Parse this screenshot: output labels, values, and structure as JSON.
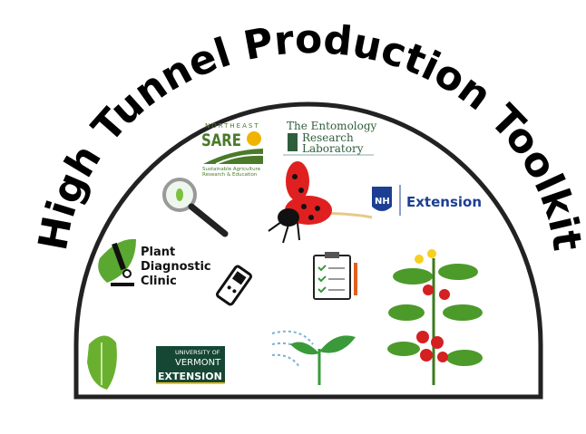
{
  "title": "High Tunnel Production Toolkit",
  "logos": {
    "sare": {
      "top": "NORTHEAST",
      "name": "SARE",
      "line1": "Sustainable Agriculture",
      "line2": "Research & Education"
    },
    "entomology": {
      "line1": "The Entomology",
      "line2": "Research",
      "line3": "Laboratory"
    },
    "unh": {
      "mark": "NH",
      "name": "Extension"
    },
    "pdc": {
      "line1": "Plant",
      "line2": "Diagnostic",
      "line3": "Clinic"
    },
    "uvm": {
      "line1": "UNIVERSITY OF",
      "line2": "VERMONT",
      "line3": "EXTENSION"
    }
  },
  "colors": {
    "title": "#000000",
    "dome": "#222222",
    "sare_green": "#4a7a2a",
    "sare_sun": "#f0b400",
    "ento_green": "#2f5e3c",
    "unh_blue": "#1c3f94",
    "uvm_green": "#154734",
    "leaf_green": "#5aa832",
    "tomato_red": "#d42020"
  },
  "icons": [
    "magnifier-aphid-icon",
    "ladybug-icon",
    "ph-meter-icon",
    "clipboard-checklist-icon",
    "tomato-plant-icon",
    "lettuce-icon",
    "seedling-irrigation-icon"
  ]
}
